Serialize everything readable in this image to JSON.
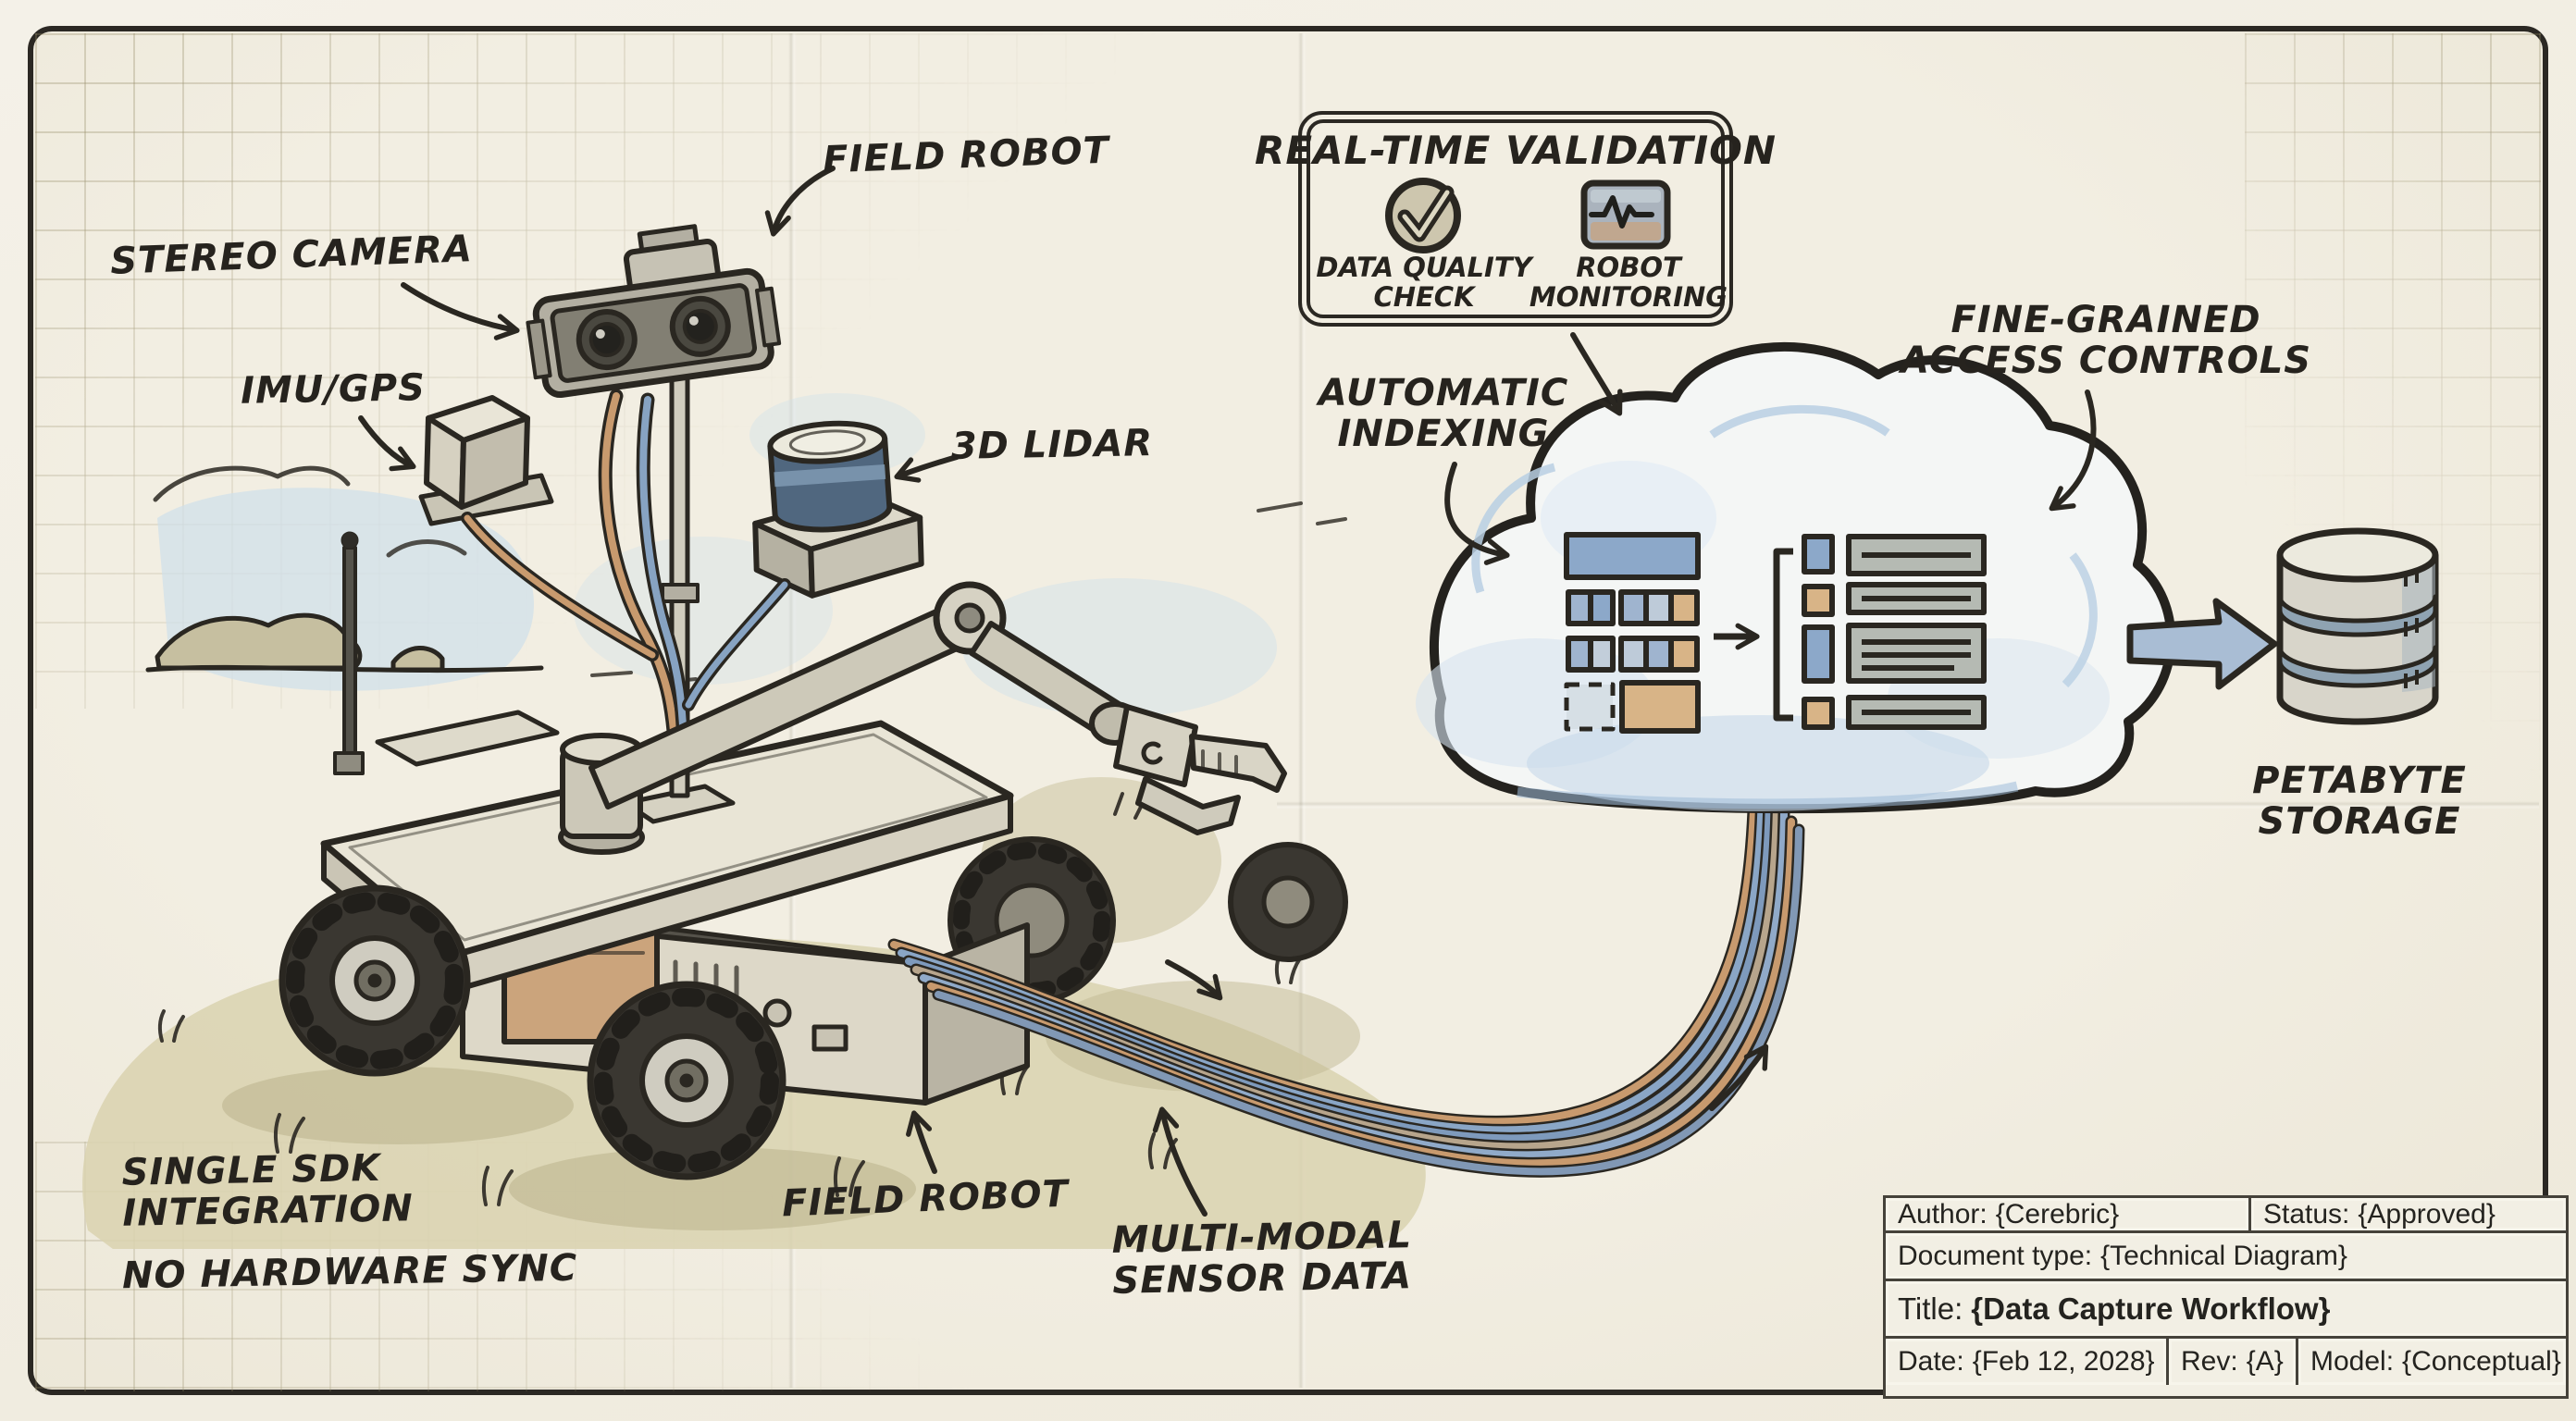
{
  "annotations": {
    "field_robot_top": "FIELD ROBOT",
    "stereo_camera": "STEREO CAMERA",
    "imu_gps": "IMU/GPS",
    "lidar_3d": "3D LIDAR",
    "automatic_indexing": "AUTOMATIC\nINDEXING",
    "fine_grained": "FINE-GRAINED\nACCESS CONTROLS",
    "petabyte_storage": "PETABYTE\nSTORAGE",
    "single_sdk": "SINGLE SDK\nINTEGRATION",
    "no_hardware_sync": "NO HARDWARE SYNC",
    "field_robot_bottom": "FIELD ROBOT",
    "multi_modal": "MULTI-MODAL\nSENSOR DATA"
  },
  "validation_panel": {
    "title": "REAL-TIME VALIDATION",
    "items": [
      {
        "icon": "check-circle-icon",
        "label": "DATA QUALITY\nCHECK"
      },
      {
        "icon": "robot-monitor-icon",
        "label": "ROBOT\nMONITORING"
      }
    ]
  },
  "title_block": {
    "author": {
      "label": "Author:",
      "value": "{Cerebric}"
    },
    "status": {
      "label": "Status:",
      "value": "{Approved}"
    },
    "document_type": {
      "label": "Document type:",
      "value": "{Technical Diagram}"
    },
    "title": {
      "label": "Title:",
      "value": "{Data Capture Workflow}"
    },
    "date": {
      "label": "Date:",
      "value": "{Feb 12, 2028}"
    },
    "rev": {
      "label": "Rev:",
      "value": "{A}"
    },
    "model": {
      "label": "Model:",
      "value": "{Conceptual}"
    }
  },
  "icons": {
    "check_circle": "checkmark-in-circle",
    "robot_monitor": "screen-with-heartbeat",
    "database": "stacked-cylinder-database",
    "cloud": "cloud-processing",
    "block_arrow": "thick-right-arrow"
  },
  "colors": {
    "paper": "#f2eee2",
    "ink": "#2a2721",
    "grid": "#968864",
    "accent_blue": "#8ca8c9",
    "accent_tan": "#d8b487",
    "cable_blue": "#7e9abc",
    "cable_tan": "#c89a6e",
    "cloud_shade": "#c6d9ea",
    "gray_block": "#b5bab3"
  }
}
